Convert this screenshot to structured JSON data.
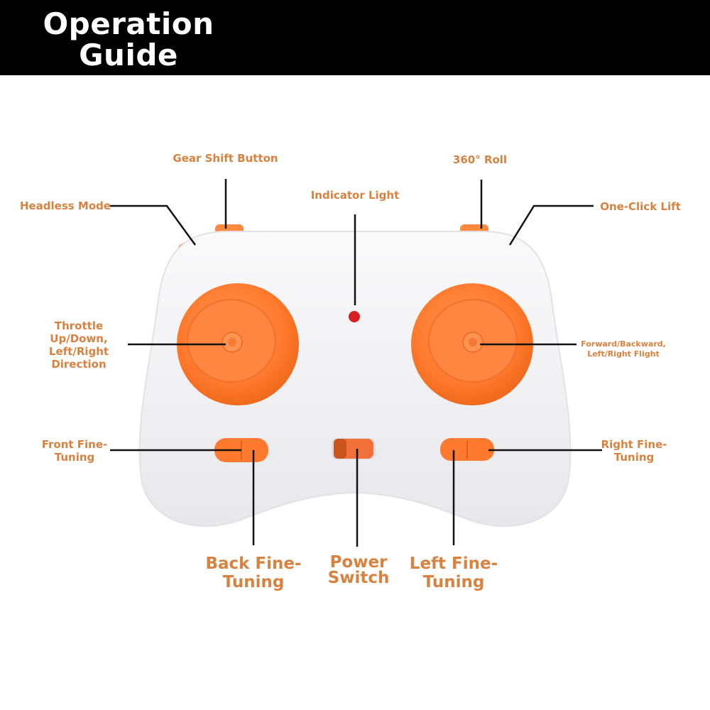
{
  "header": {
    "title": "Operation Guide"
  },
  "labels": {
    "gear_shift": "Gear Shift Button",
    "headless_mode": "Headless Mode",
    "indicator_light": "Indicator Light",
    "roll_360": "360° Roll",
    "one_click_lift": "One-Click Lift",
    "throttle": "Throttle Up/Down, Left/Right Direction",
    "forward_backward": "Forward/Backward, Left/Right Flight",
    "front_fine_tuning": "Front Fine-Tuning",
    "right_fine_tuning": "Right Fine-Tuning",
    "back_fine_tuning": "Back Fine-Tuning",
    "power_switch": "Power Switch",
    "left_fine_tuning": "Left Fine-Tuning"
  },
  "colors": {
    "label_text": "#d9823f",
    "controller_body": "#f2f2f4",
    "joystick_orange": "#ff7a2e",
    "leader_line": "#111111",
    "indicator_red": "#d81f26",
    "header_bg": "#000000"
  }
}
